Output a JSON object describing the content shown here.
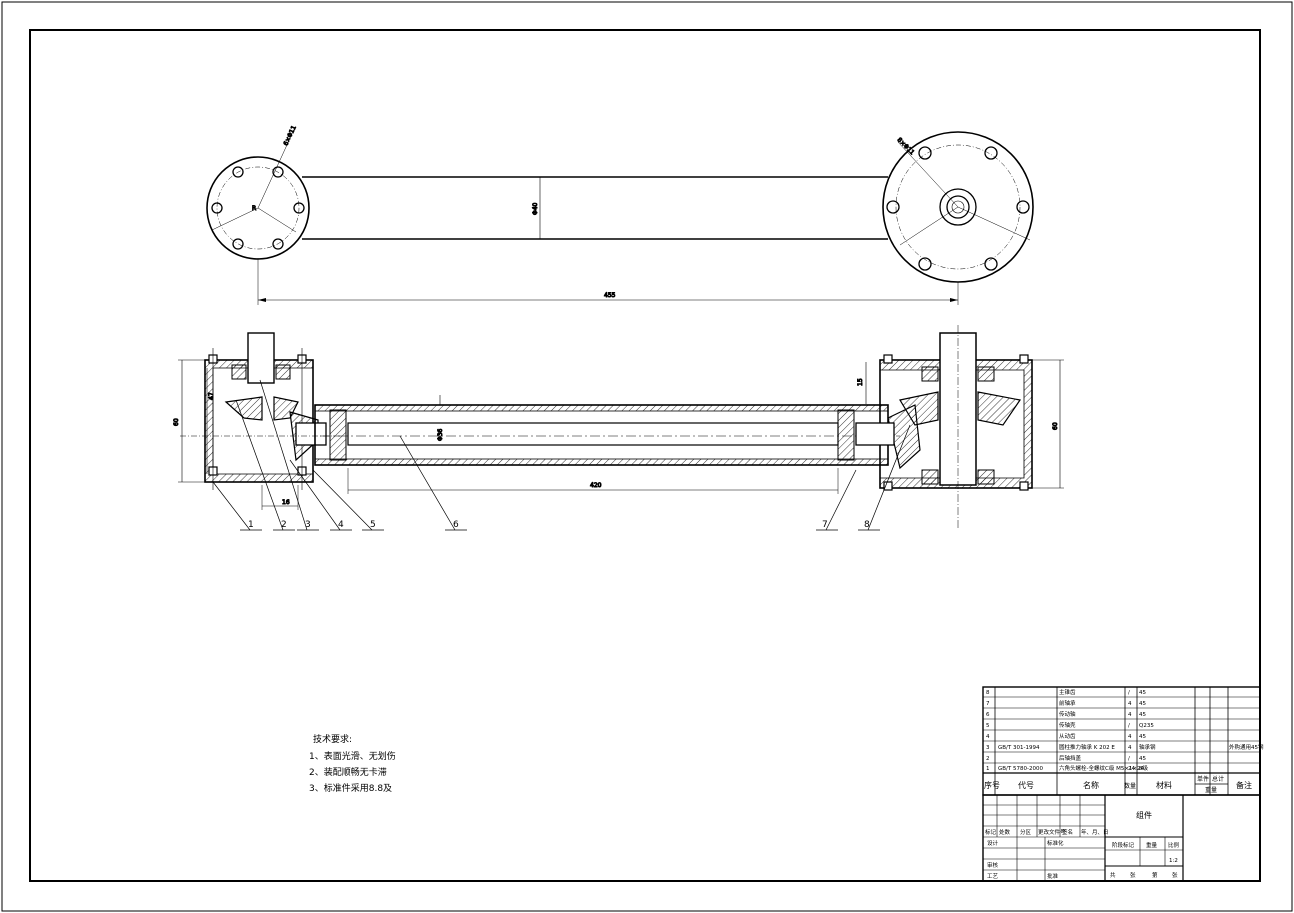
{
  "drawing": {
    "top_view": {
      "dims": {
        "bolt_hole": "6×Φ11",
        "bolt_hole_right": "8×Φ11",
        "bar_width": "Φ40",
        "overall_length": "455"
      }
    },
    "section_view": {
      "dims": {
        "flange_height": "60",
        "inner_height": "47",
        "bottom_offset": "16",
        "shaft_dia": "Φ36",
        "tube_length": "420",
        "right_height": "60",
        "right_step": "15"
      },
      "balloons": [
        "1",
        "2",
        "3",
        "4",
        "5",
        "6",
        "7",
        "8"
      ]
    },
    "notes": {
      "title": "技术要求:",
      "items": [
        "1、表面光滑、无划伤",
        "2、装配顺畅无卡滞",
        "3、标准件采用8.8及"
      ]
    },
    "parts_list": {
      "rows": [
        {
          "seq": "8",
          "code": "",
          "name": "主锥齿",
          "qty": "/",
          "material": "45",
          "note": ""
        },
        {
          "seq": "7",
          "code": "",
          "name": "前轴承",
          "qty": "4",
          "material": "45",
          "note": ""
        },
        {
          "seq": "6",
          "code": "",
          "name": "传动轴",
          "qty": "4",
          "material": "45",
          "note": ""
        },
        {
          "seq": "5",
          "code": "",
          "name": "传轴壳",
          "qty": "/",
          "material": "Q235",
          "note": ""
        },
        {
          "seq": "4",
          "code": "",
          "name": "从动齿",
          "qty": "4",
          "material": "45",
          "note": ""
        },
        {
          "seq": "3",
          "code": "GB/T 301-1994",
          "name": "圆柱推力轴承 K 202 E",
          "qty": "4",
          "material": "轴承钢",
          "note": "外购通用45钢"
        },
        {
          "seq": "2",
          "code": "",
          "name": "后轴挡盖",
          "qty": "/",
          "material": "45",
          "note": ""
        },
        {
          "seq": "1",
          "code": "GB/T 5780-2000",
          "name": "六角头螺栓-全螺纹C级 M5×1×24",
          "qty": "24",
          "material": "8级",
          "note": ""
        }
      ],
      "header": {
        "seq": "序号",
        "code": "代号",
        "name": "名称",
        "qty": "数量",
        "material": "材料",
        "unit": "单件",
        "total": "总计",
        "weight": "重量",
        "note": "备注"
      }
    },
    "title_block": {
      "name": "组件",
      "rev_headers": [
        "标记",
        "处数",
        "分区",
        "更改文件号",
        "签名",
        "年、月、日"
      ],
      "design": "设计",
      "standardize": "标准化",
      "review": "审核",
      "process": "工艺",
      "approve": "批准",
      "stage": "阶段标记",
      "weight": "重量",
      "scale": "比例",
      "scale_value": "1:2",
      "sheets": [
        "共",
        "张",
        "第",
        "张"
      ]
    }
  }
}
